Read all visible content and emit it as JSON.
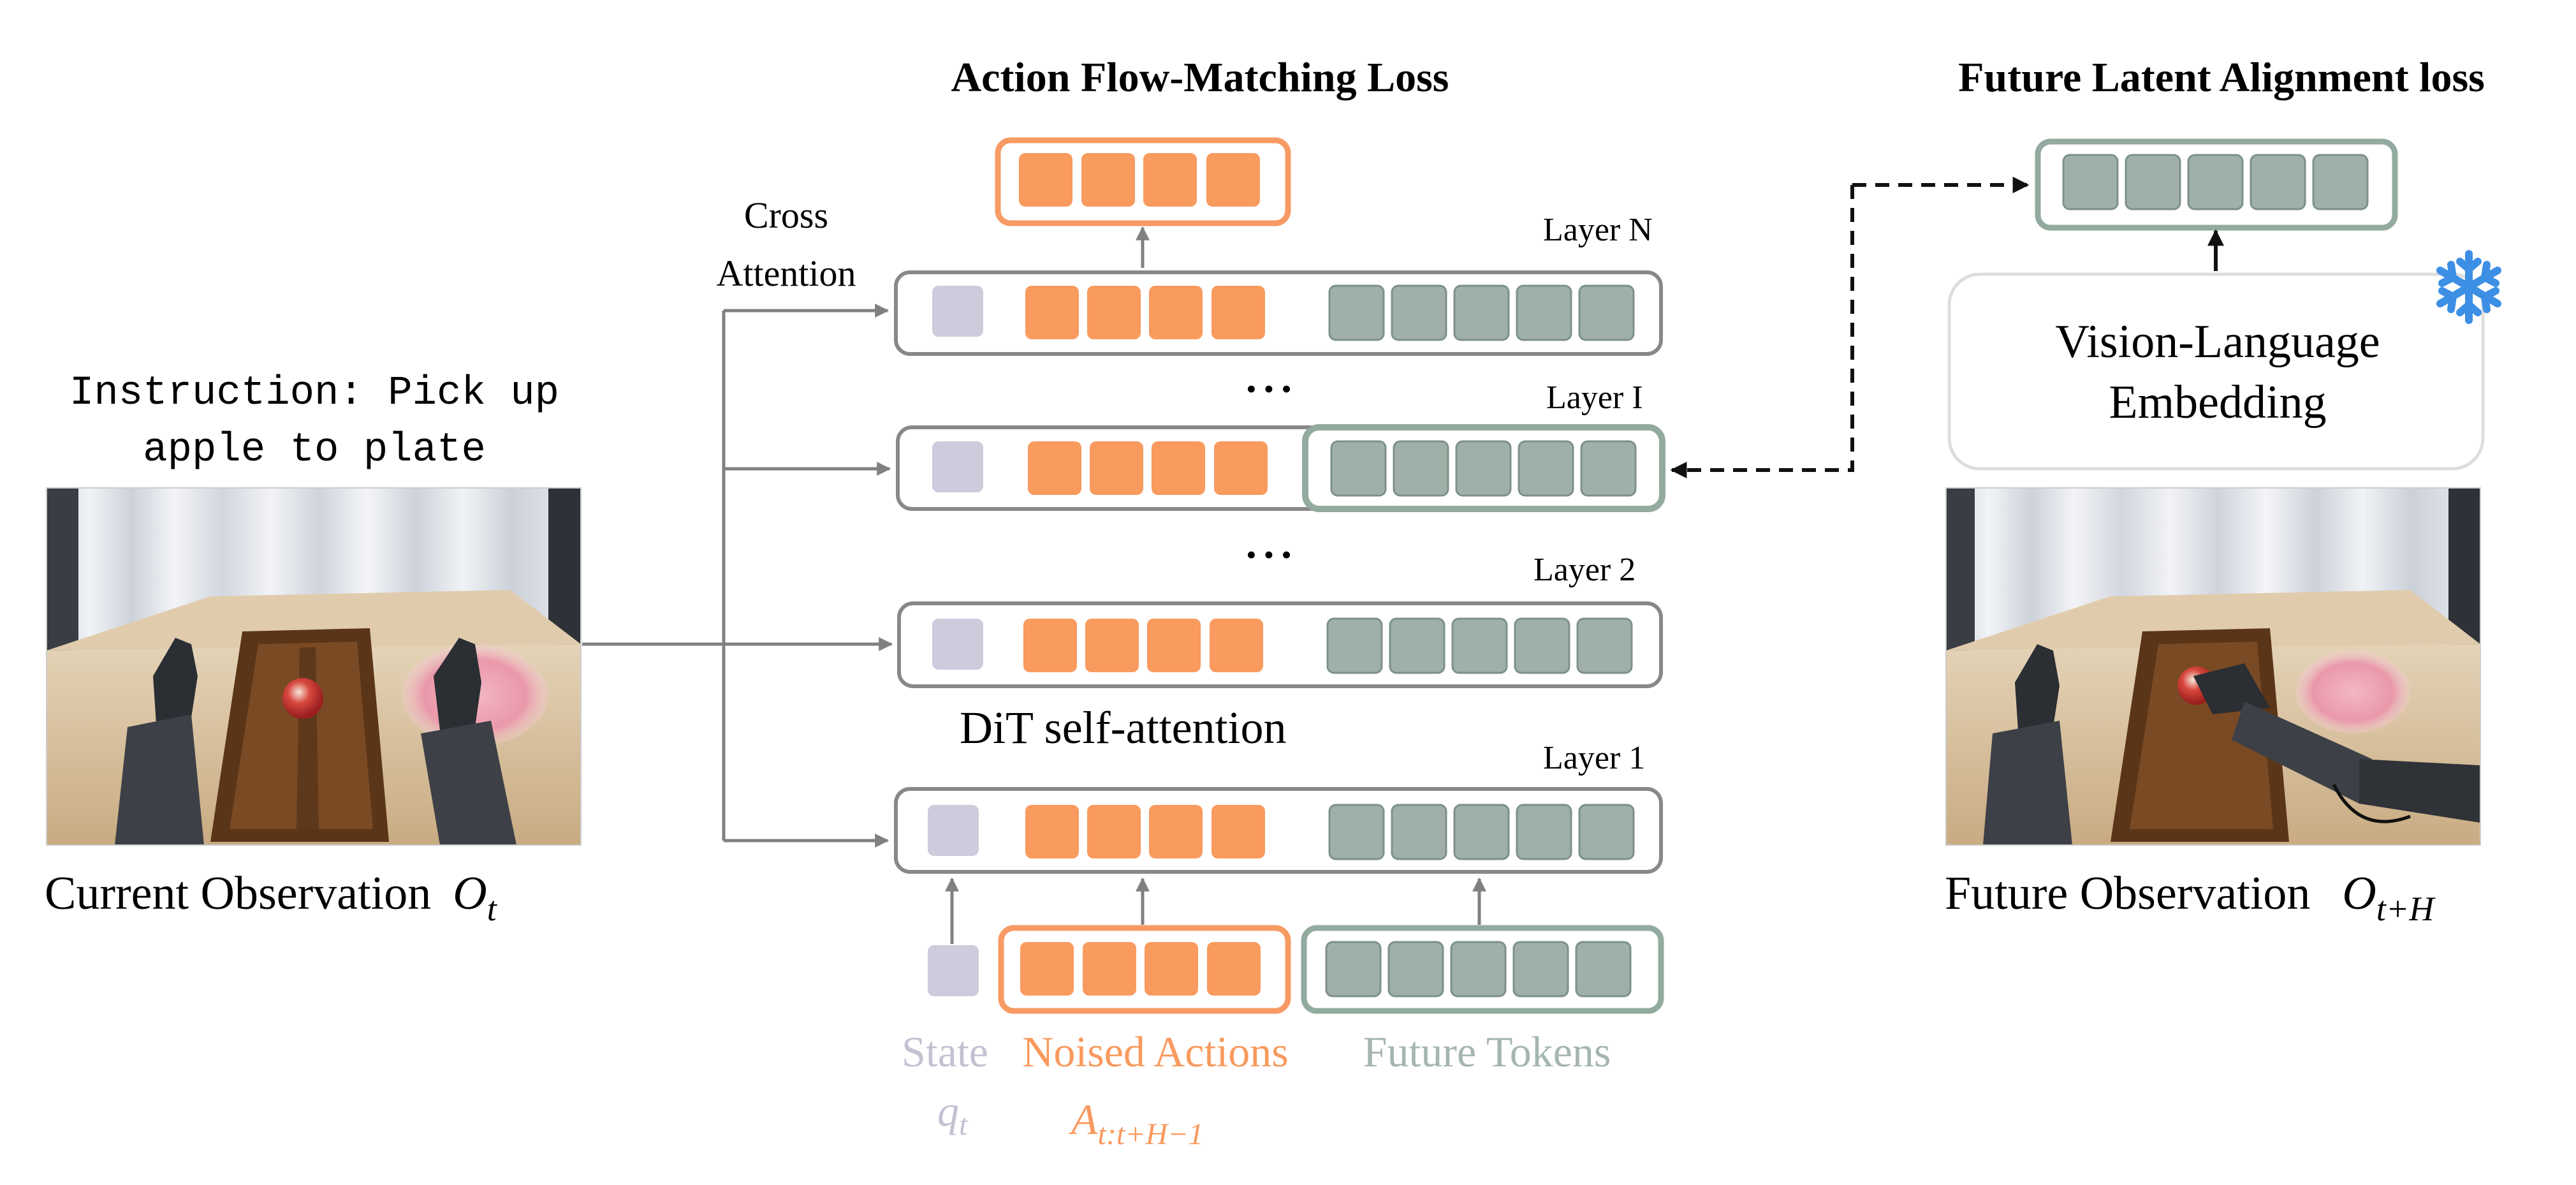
{
  "titles": {
    "action_loss": "Action Flow-Matching Loss",
    "future_loss": "Future Latent Alignment loss"
  },
  "instruction": {
    "line1": "Instruction: Pick up",
    "line2": "apple to plate"
  },
  "current_observation": {
    "label": "Current Observation",
    "symbol": "O",
    "subscript": "t"
  },
  "future_observation": {
    "label": "Future Observation",
    "symbol": "O",
    "subscript": "t+H"
  },
  "cross_attention": {
    "line1": "Cross",
    "line2": "Attention"
  },
  "layers": {
    "layer_n": "Layer N",
    "layer_i": "Layer I",
    "layer_2": "Layer 2",
    "layer_1": "Layer 1"
  },
  "ellipsis": "• • •",
  "dit_label": "DiT self-attention",
  "vle": {
    "line1": "Vision-Language",
    "line2": "Embedding",
    "frozen_icon": "snowflake-icon"
  },
  "inputs": {
    "state": "State",
    "state_symbol": "q",
    "state_subscript": "t",
    "noised_actions": "Noised Actions",
    "actions_symbol": "A",
    "actions_subscript": "t:t+H−1",
    "future_tokens": "Future Tokens"
  },
  "colors": {
    "state": "#cdcbdc",
    "action": "#f99a5e",
    "action_border": "#f79a63",
    "future": "#9eb0a7",
    "future_border": "#93aa9f",
    "row_border": "#888888",
    "arrow": "#808080",
    "snowflake": "#3c8fe4"
  }
}
